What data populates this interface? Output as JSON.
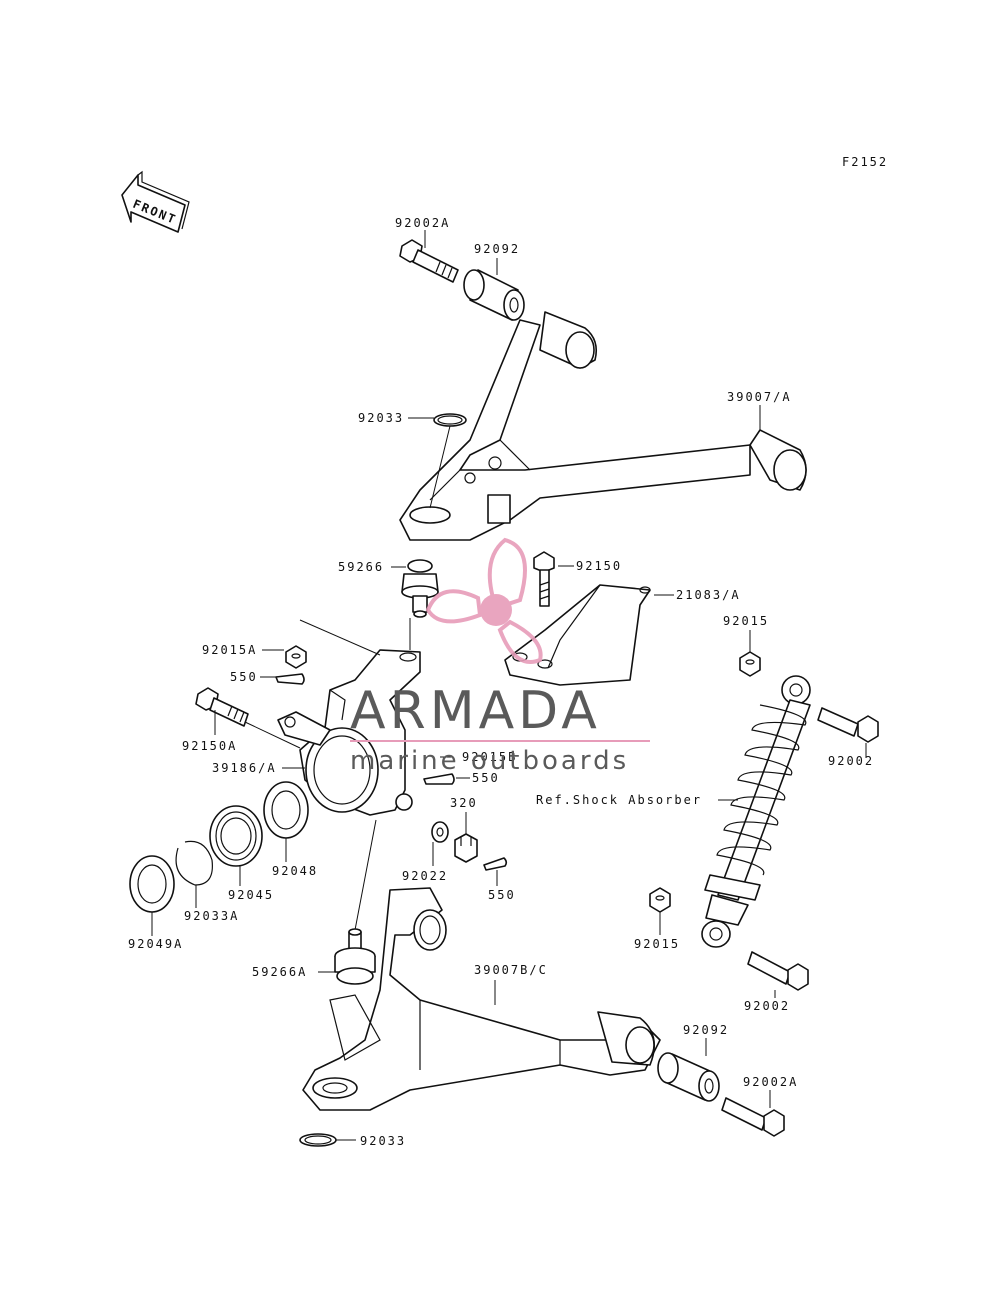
{
  "figure_code": "F2152",
  "front_arrow_text": "FRONT",
  "watermark": {
    "brand": "ARMADA",
    "tagline": "marine outboards",
    "logo_color": "#e79cb9",
    "text_color": "#5a5a5a"
  },
  "parts": [
    {
      "id": "p1",
      "text": "92002A"
    },
    {
      "id": "p2",
      "text": "92092"
    },
    {
      "id": "p3",
      "text": "92033"
    },
    {
      "id": "p4",
      "text": "39007/A"
    },
    {
      "id": "p5",
      "text": "59266"
    },
    {
      "id": "p6",
      "text": "92150"
    },
    {
      "id": "p7",
      "text": "21083/A"
    },
    {
      "id": "p8",
      "text": "92015"
    },
    {
      "id": "p9",
      "text": "92015A"
    },
    {
      "id": "p10",
      "text": "550"
    },
    {
      "id": "p11",
      "text": "92150A"
    },
    {
      "id": "p12",
      "text": "39186/A"
    },
    {
      "id": "p13",
      "text": "92015B"
    },
    {
      "id": "p14",
      "text": "550"
    },
    {
      "id": "p15",
      "text": "92002"
    },
    {
      "id": "p16",
      "text": "Ref.Shock Absorber"
    },
    {
      "id": "p17",
      "text": "320"
    },
    {
      "id": "p18",
      "text": "92022"
    },
    {
      "id": "p19",
      "text": "550"
    },
    {
      "id": "p20",
      "text": "92048"
    },
    {
      "id": "p21",
      "text": "92045"
    },
    {
      "id": "p22",
      "text": "92033A"
    },
    {
      "id": "p23",
      "text": "92049A"
    },
    {
      "id": "p24",
      "text": "92015"
    },
    {
      "id": "p25",
      "text": "59266A"
    },
    {
      "id": "p26",
      "text": "39007B/C"
    },
    {
      "id": "p27",
      "text": "92002"
    },
    {
      "id": "p28",
      "text": "92092"
    },
    {
      "id": "p29",
      "text": "92002A"
    },
    {
      "id": "p30",
      "text": "92033"
    }
  ]
}
